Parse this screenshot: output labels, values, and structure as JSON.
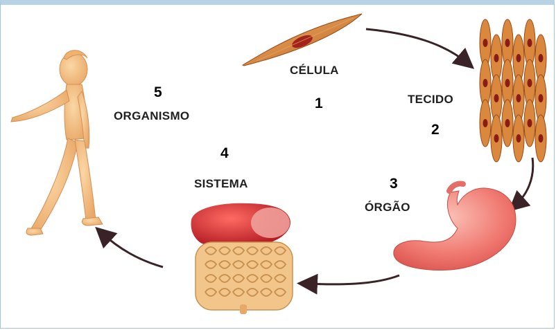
{
  "diagram": {
    "stages": [
      {
        "number": "1",
        "name": "CÉLULA"
      },
      {
        "number": "2",
        "name": "TECIDO"
      },
      {
        "number": "3",
        "name": "ÓRGÃO"
      },
      {
        "number": "4",
        "name": "SISTEMA"
      },
      {
        "number": "5",
        "name": "ORGANISMO"
      }
    ]
  },
  "colors": {
    "skin": "#f3c48f",
    "cell": "#c4712b",
    "stomach": "#f07a72",
    "liver": "#c9151f",
    "intestine": "#f2c58a",
    "arrow": "#3a2327"
  }
}
